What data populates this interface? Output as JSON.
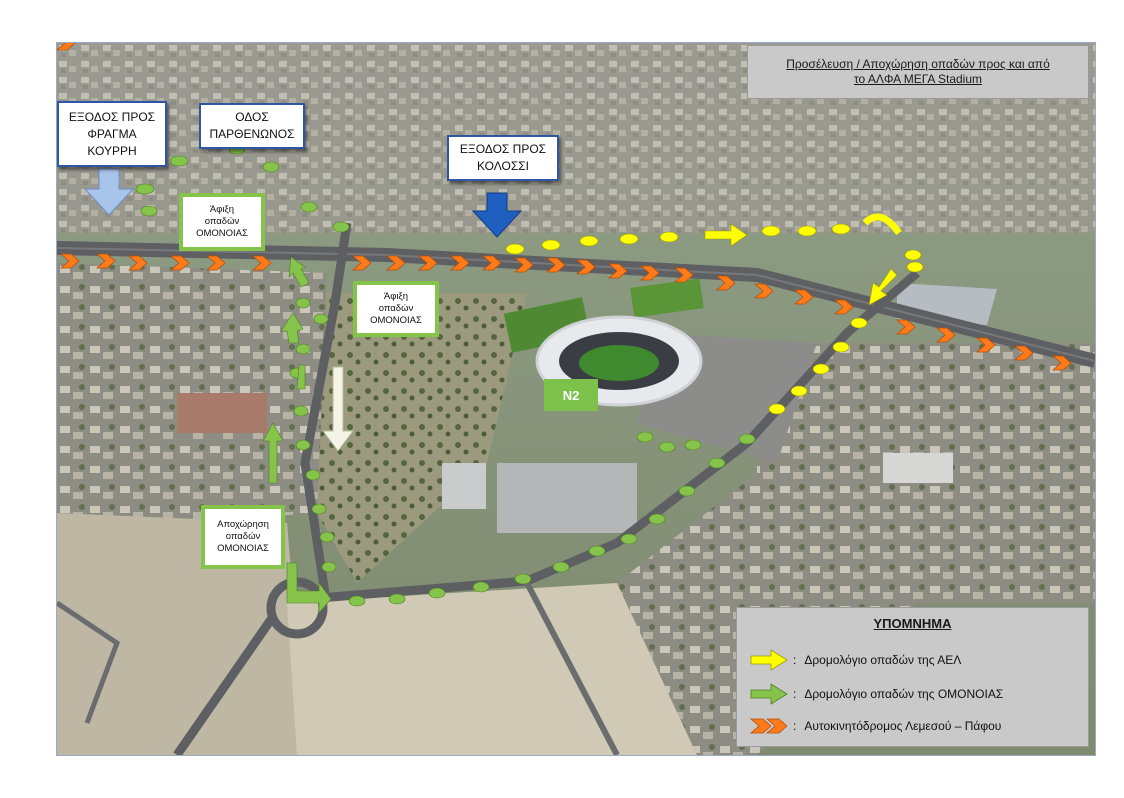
{
  "title": {
    "line1": "Προσέλευση / Αποχώρηση οπαδών προς και από",
    "line2": "το ΑΛΦΑ ΜΕΓΑ Stadium"
  },
  "labels": {
    "exit_frágma": [
      "ΕΞΟΔΟΣ ΠΡΟΣ",
      "ΦΡΑΓΜΑ",
      "ΚΟΥΡΡΗ"
    ],
    "odos_parthenonos": [
      "ΟΔΟΣ",
      "ΠΑΡΘΕΝΩΝΟΣ"
    ],
    "exit_kolossi": [
      "ΕΞΟΔΟΣ ΠΡΟΣ",
      "ΚΟΛΟΣΣΙ"
    ],
    "arrival_1": [
      "Άφιξη",
      "οπαδών",
      "ΟΜΟΝΟΙΑΣ"
    ],
    "arrival_2": [
      "Άφιξη",
      "οπαδών",
      "ΟΜΟΝΟΙΑΣ"
    ],
    "departure": [
      "Αποχώρηση",
      "οπαδών",
      "ΟΜΟΝΟΙΑΣ"
    ],
    "n2": "N2"
  },
  "legend": {
    "title": "ΥΠΟΜΝΗΜΑ",
    "items": [
      {
        "symbol": "yellow-arrow-icon",
        "color": "#ffff00",
        "label": "Δρομολόγιο οπαδών της ΑΕΛ"
      },
      {
        "symbol": "green-arrow-icon",
        "color": "#86c34a",
        "label": "Δρομολόγιο οπαδών της ΟΜΟΝΟΙΑΣ"
      },
      {
        "symbol": "orange-chevrons-icon",
        "color": "#ff7a1a",
        "label": "Αυτοκινητόδρομος Λεμεσού – Πάφου"
      }
    ]
  },
  "colors": {
    "ael_route": "#ffff00",
    "omonoia_route": "#86c34a",
    "highway": "#ff7a1a",
    "exit_arrow_light": "#a9c4ea",
    "exit_arrow_dark": "#1f5fbf"
  }
}
